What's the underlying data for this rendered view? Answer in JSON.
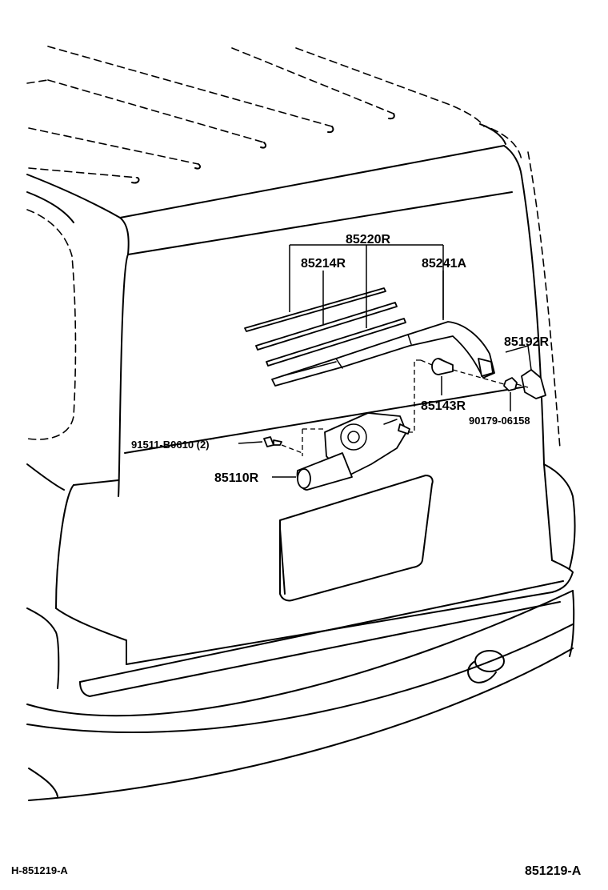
{
  "parts": {
    "blade_assy": "85220R",
    "blade": "85214R",
    "arm": "85241A",
    "cover": "85192R",
    "pivot_cap": "85143R",
    "nut": "90179-06158",
    "bolt": "91511-B0610 (2)",
    "motor": "85110R"
  },
  "footer": {
    "left_code": "H-851219-A",
    "right_code": "851219-A"
  }
}
